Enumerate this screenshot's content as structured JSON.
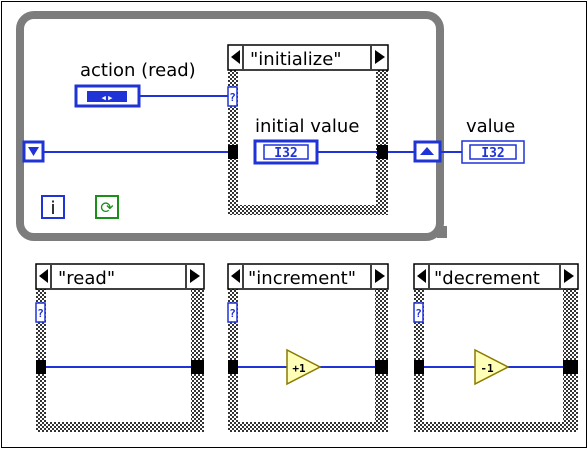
{
  "shift_register": {
    "control_label": "action (read)",
    "control_glyph": "◂▸",
    "indicator_label": "value",
    "indicator_type": "I32",
    "iteration_glyph": "i",
    "loop_condition_glyph": "⟳"
  },
  "main_case": {
    "selector": "\"initialize\"",
    "inner_label": "initial value",
    "inner_type": "I32",
    "tunnel_glyph": "?"
  },
  "cases": [
    {
      "selector": "\"read\"",
      "node": ""
    },
    {
      "selector": "\"increment\"",
      "node": "+1"
    },
    {
      "selector": "\"decrement",
      "node": "-1"
    }
  ],
  "colors": {
    "wire": "#1f33d6",
    "loop_border": "#7d7d7d",
    "node_fill": "#ffffb8",
    "node_stroke": "#8a7a00",
    "stop_icon": "#1a8f1a"
  }
}
